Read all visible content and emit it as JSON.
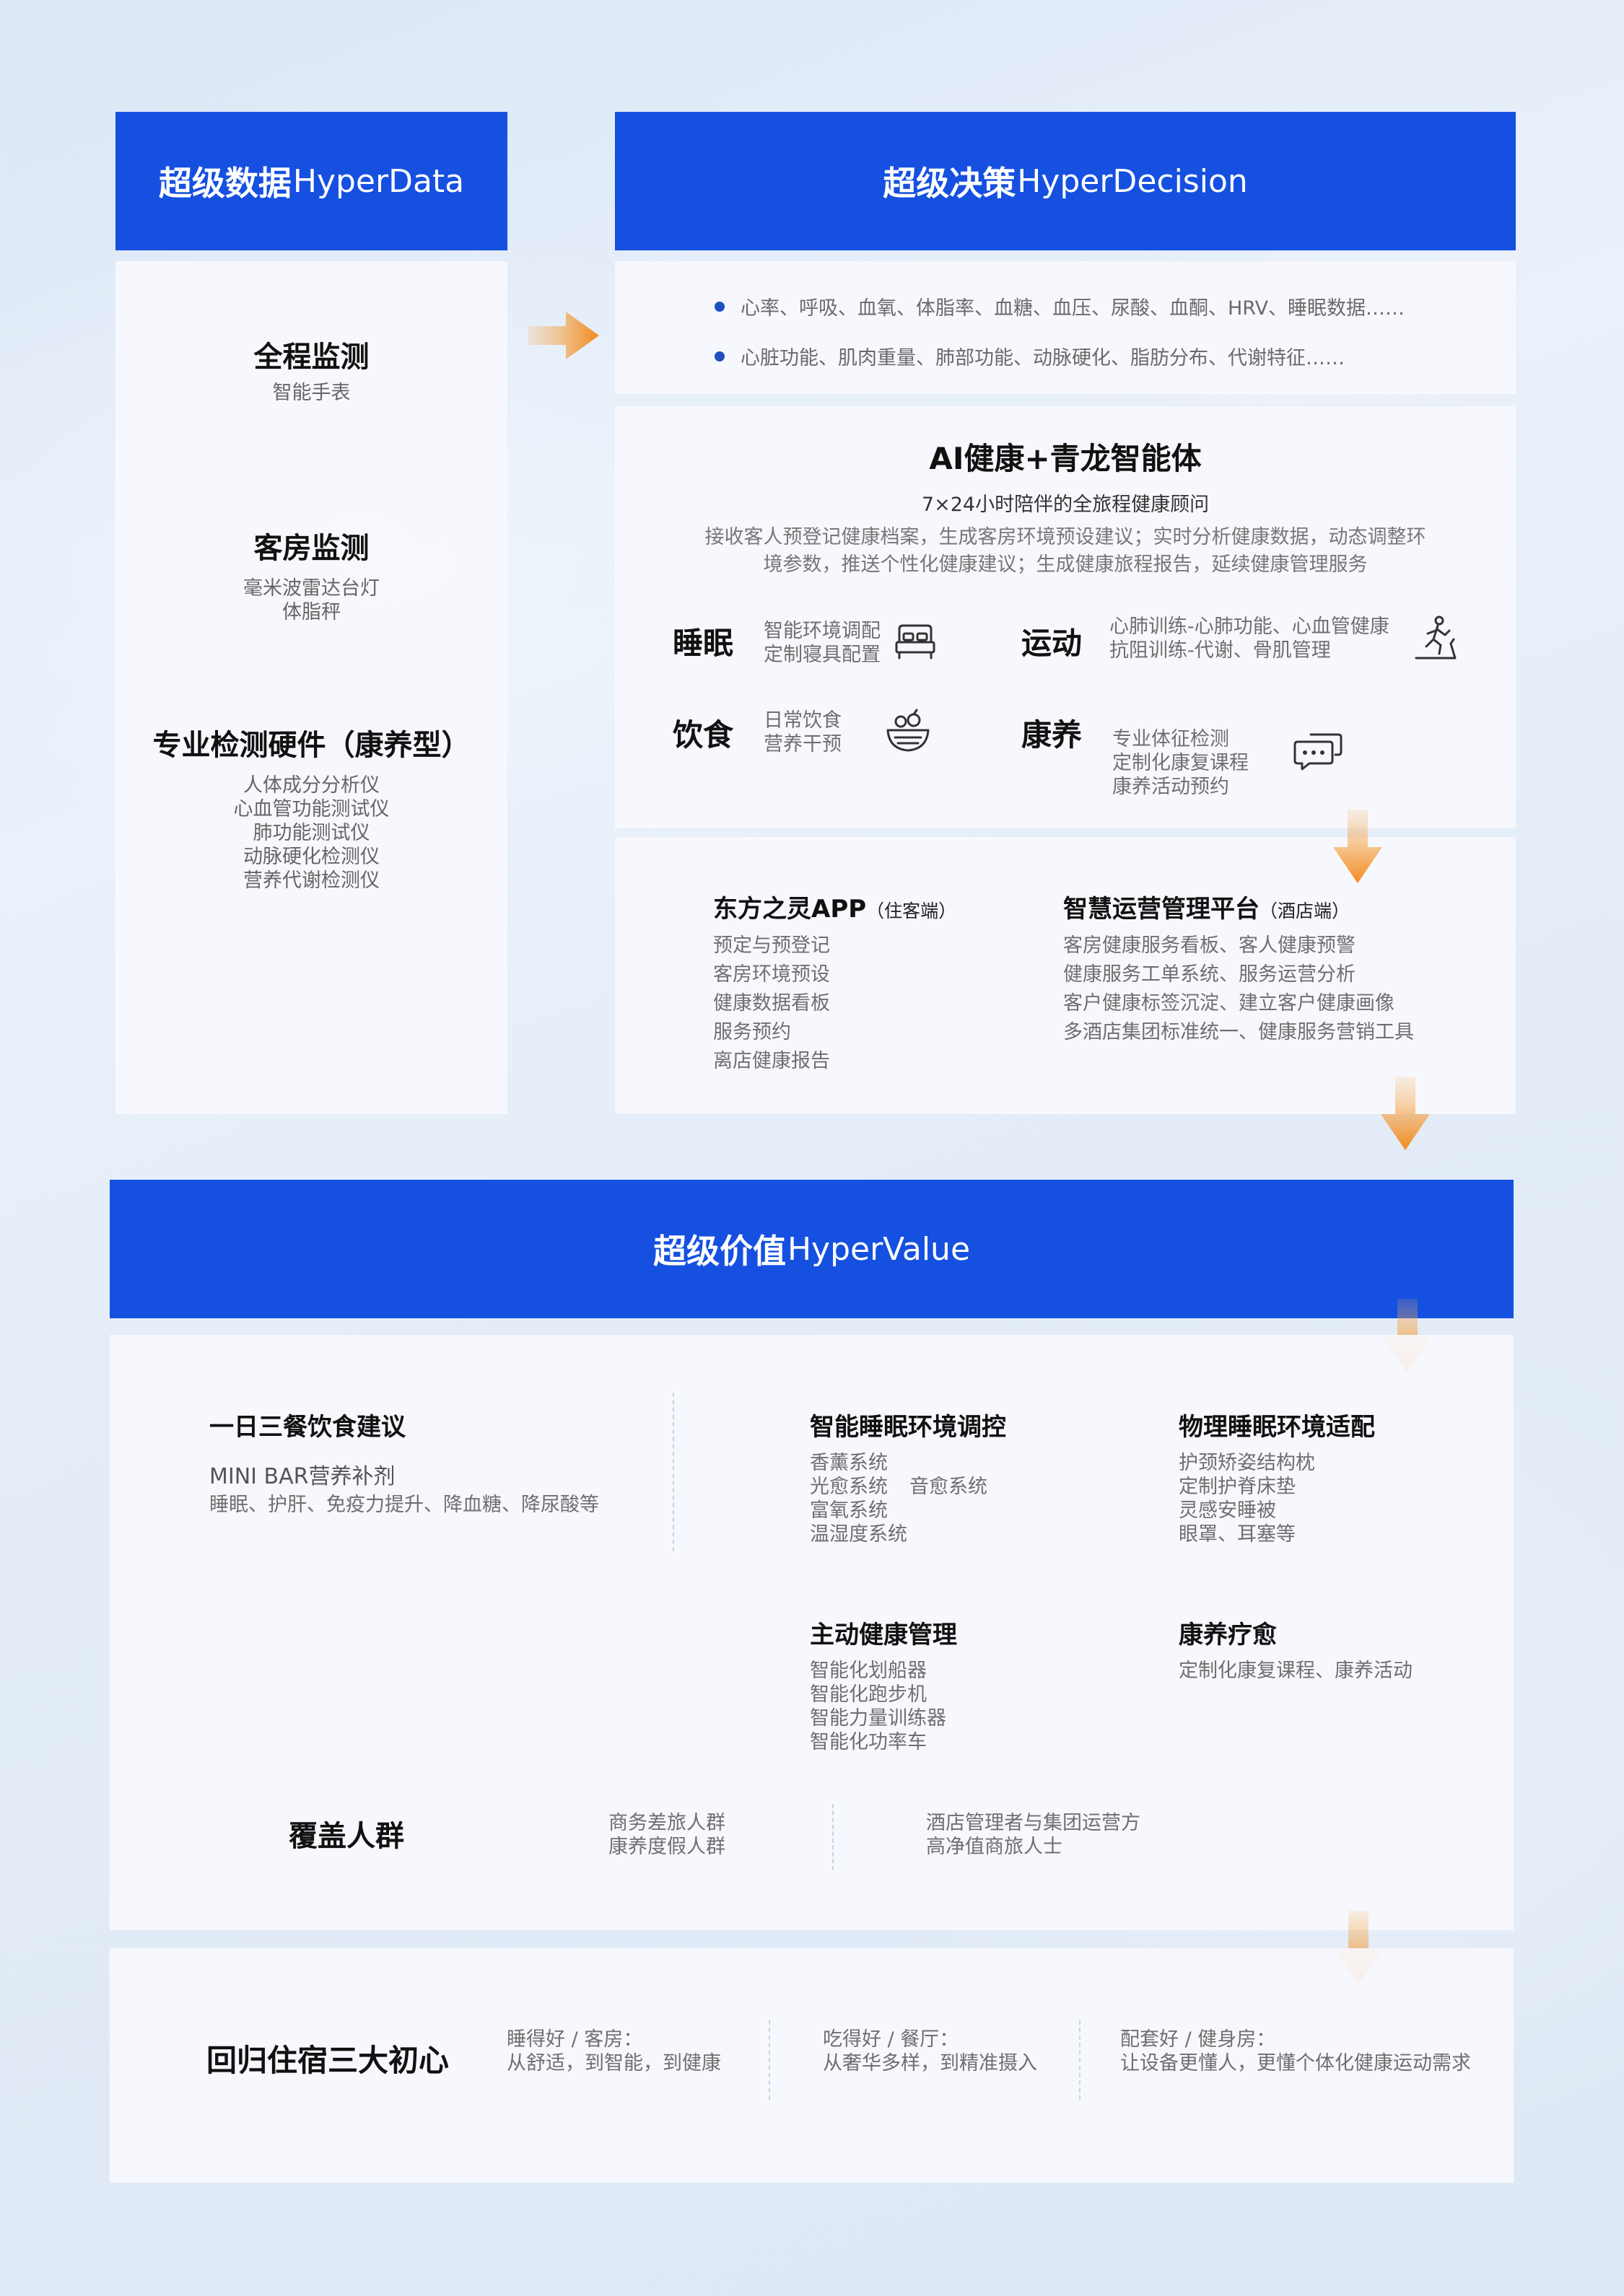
{
  "headers": {
    "hyperdata": {
      "cn": "超级数据",
      "en": "HyperData"
    },
    "hyperdecision": {
      "cn": "超级决策",
      "en": "HyperDecision"
    },
    "hypervalue": {
      "cn": "超级价值",
      "en": "HyperValue"
    }
  },
  "left_column": {
    "sections": [
      {
        "title": "全程监测",
        "items": [
          "智能手表"
        ]
      },
      {
        "title": "客房监测",
        "items": [
          "毫米波雷达台灯",
          "体脂秤"
        ]
      },
      {
        "title": "专业检测硬件（康养型）",
        "items": [
          "人体成分分析仪",
          "心血管功能测试仪",
          "肺功能测试仪",
          "动脉硬化检测仪",
          "营养代谢检测仪"
        ]
      }
    ]
  },
  "data_bullets": [
    "心率、呼吸、血氧、体脂率、血糖、血压、尿酸、血酮、HRV、睡眠数据……",
    "心脏功能、肌肉重量、肺部功能、动脉硬化、脂肪分布、代谢特征……"
  ],
  "ai_agent": {
    "title": "AI健康+青龙智能体",
    "subtitle": "7×24小时陪伴的全旅程健康顾问",
    "desc_line1": "接收客人预登记健康档案，生成客房环境预设建议；实时分析健康数据，动态调整环",
    "desc_line2": "境参数，推送个性化健康建议；生成健康旅程报告，延续健康管理服务",
    "categories": [
      {
        "name": "睡眠",
        "lines": [
          "智能环境调配",
          "定制寝具配置"
        ],
        "icon": "bed-icon"
      },
      {
        "name": "运动",
        "lines": [
          "心肺训练-心肺功能、心血管健康",
          "抗阻训练-代谢、骨肌管理"
        ],
        "icon": "treadmill-icon"
      },
      {
        "name": "饮食",
        "lines": [
          "日常饮食",
          "营养干预"
        ],
        "icon": "food-bowl-icon"
      },
      {
        "name": "康养",
        "lines": [
          "专业体征检测",
          "定制化康复课程",
          "康养活动预约"
        ],
        "icon": "chat-icon"
      }
    ]
  },
  "apps": {
    "guest": {
      "title": "东方之灵APP",
      "tag": "（住客端）",
      "items": [
        "预定与预登记",
        "客房环境预设",
        "健康数据看板",
        "服务预约",
        "离店健康报告"
      ]
    },
    "hotel": {
      "title": "智慧运营管理平台",
      "tag": "（酒店端）",
      "items": [
        "客房健康服务看板、客人健康预警",
        "健康服务工单系统、服务运营分析",
        "客户健康标签沉淀、建立客户健康画像",
        "多酒店集团标准统一、健康服务营销工具"
      ]
    }
  },
  "value": {
    "meal": {
      "title": "一日三餐饮食建议",
      "minibar": "MINI BAR营养补剂",
      "desc": "睡眠、护肝、免疫力提升、降血糖、降尿酸等"
    },
    "sleep_env": {
      "title": "智能睡眠环境调控",
      "items": [
        "香薰系统",
        "光愈系统",
        "音愈系统",
        "富氧系统",
        "温湿度系统"
      ]
    },
    "physical_sleep": {
      "title": "物理睡眠环境适配",
      "items": [
        "护颈矫姿结构枕",
        "定制护脊床垫",
        "灵感安睡被",
        "眼罩、耳塞等"
      ]
    },
    "active_health": {
      "title": "主动健康管理",
      "items": [
        "智能化划船器",
        "智能化跑步机",
        "智能力量训练器",
        "智能化功率车"
      ]
    },
    "rehab": {
      "title": "康养疗愈",
      "desc": "定制化康复课程、康养活动"
    },
    "audience": {
      "title": "覆盖人群",
      "group1": [
        "商务差旅人群",
        "康养度假人群"
      ],
      "group2": [
        "酒店管理者与集团运营方",
        "高净值商旅人士"
      ]
    }
  },
  "return": {
    "title": "回归住宿三大初心",
    "items": [
      {
        "head": "睡得好 / 客房：",
        "body": "从舒适，到智能，到健康"
      },
      {
        "head": "吃得好 / 餐厅：",
        "body": "从奢华多样，到精准摄入"
      },
      {
        "head": "配套好 / 健身房：",
        "body": "让设备更懂人，更懂个体化健康运动需求"
      }
    ]
  },
  "colors": {
    "brand_blue": "#1550e0",
    "arrow_orange": "#f28a1e",
    "bullet_blue": "#1d4fbf"
  }
}
